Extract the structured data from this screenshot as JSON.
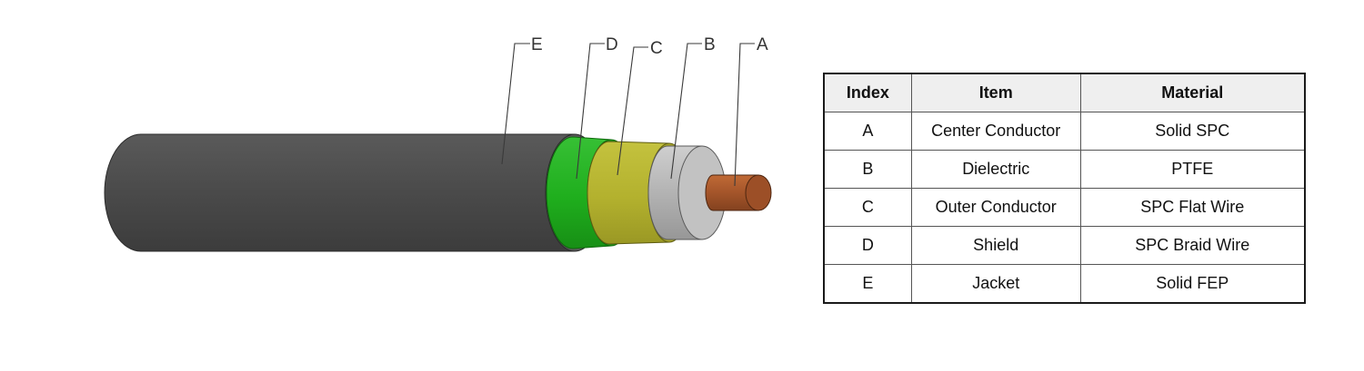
{
  "labels": [
    "A",
    "B",
    "C",
    "D",
    "E"
  ],
  "table": {
    "headers": [
      "Index",
      "Item",
      "Material"
    ],
    "rows": [
      [
        "A",
        "Center Conductor",
        "Solid SPC"
      ],
      [
        "B",
        "Dielectric",
        "PTFE"
      ],
      [
        "C",
        "Outer Conductor",
        "SPC Flat Wire"
      ],
      [
        "D",
        "Shield",
        "SPC Braid Wire"
      ],
      [
        "E",
        "Jacket",
        "Solid FEP"
      ]
    ]
  },
  "colors": {
    "jacket": "#4b4b4b",
    "shield": "#22b020",
    "outer_conductor": "#b6b431",
    "dielectric": "#b4b4b4",
    "center_conductor": "#a8582a"
  }
}
